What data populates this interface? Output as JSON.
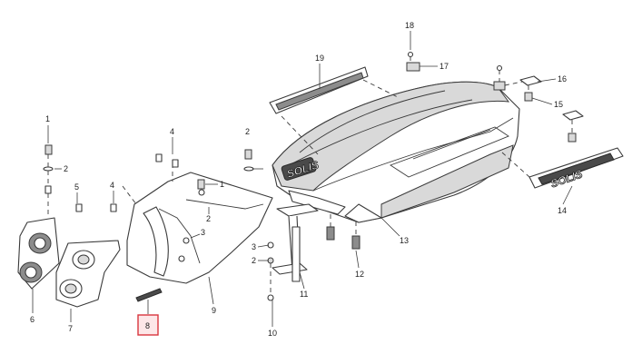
{
  "diagram": {
    "brand_text": "SOLIS",
    "callouts": [
      {
        "id": "1",
        "label": "1"
      },
      {
        "id": "2",
        "label": "2"
      },
      {
        "id": "3",
        "label": "3"
      },
      {
        "id": "4",
        "label": "4"
      },
      {
        "id": "5",
        "label": "5"
      },
      {
        "id": "6",
        "label": "6"
      },
      {
        "id": "7",
        "label": "7"
      },
      {
        "id": "8",
        "label": "8",
        "highlighted": true
      },
      {
        "id": "9",
        "label": "9"
      },
      {
        "id": "10",
        "label": "10"
      },
      {
        "id": "11",
        "label": "11"
      },
      {
        "id": "12",
        "label": "12"
      },
      {
        "id": "13",
        "label": "13"
      },
      {
        "id": "14",
        "label": "14"
      },
      {
        "id": "15",
        "label": "15"
      },
      {
        "id": "16",
        "label": "16"
      },
      {
        "id": "17",
        "label": "17"
      },
      {
        "id": "18",
        "label": "18"
      },
      {
        "id": "19",
        "label": "19"
      }
    ],
    "highlight_color": "#d9363e"
  }
}
